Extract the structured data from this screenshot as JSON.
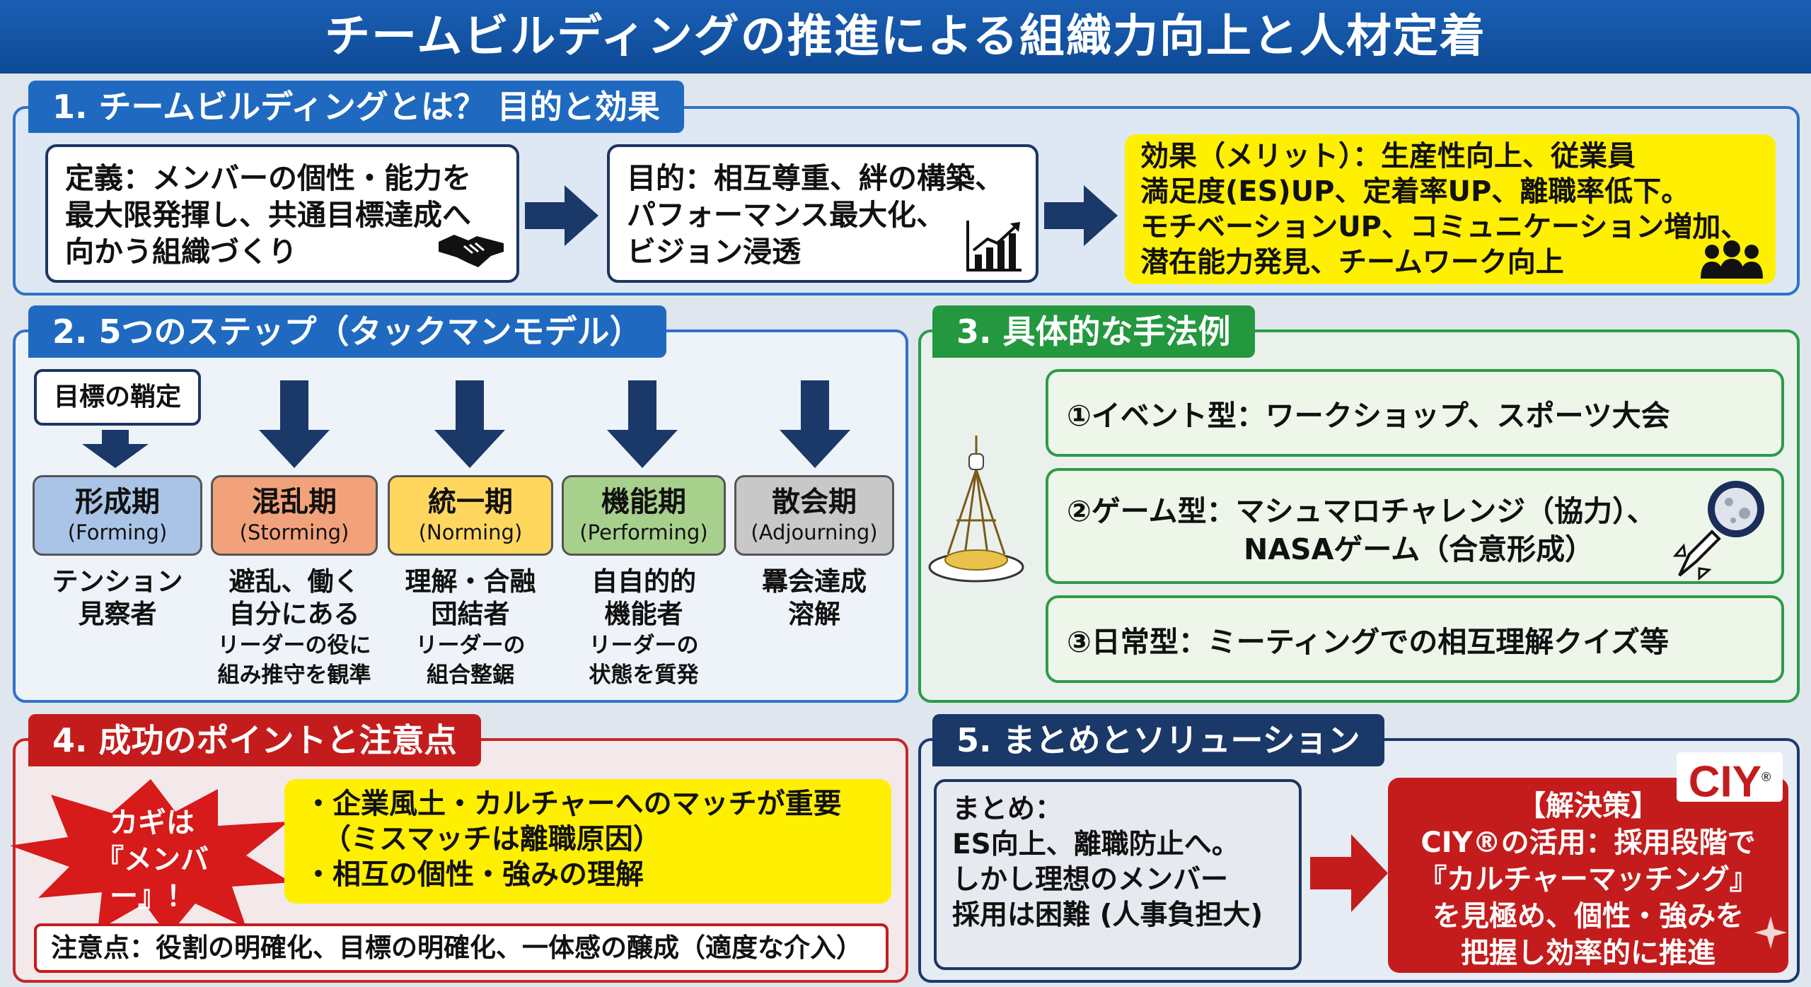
{
  "title": "チームビルディングの推進による組織力向上と人材定着",
  "section1": {
    "heading": "1. チームビルディングとは？ 目的と効果",
    "definition": [
      "定義：メンバーの個性・能力を",
      "最大限発揮し、共通目標達成へ",
      "向かう組織づくり"
    ],
    "purpose": [
      "目的：相互尊重、絆の構築、",
      "パフォーマンス最大化、",
      "ビジョン浸透"
    ],
    "effect": [
      "効果（メリット）：生産性向上、従業員",
      "満足度(ES)UP、定着率UP、離職率低下。",
      "モチベーションUP、コミュニケーション増加、",
      "潜在能力発見、チームワーク向上"
    ]
  },
  "section2": {
    "heading": "2. 5つのステップ（タックマンモデル）",
    "goal_label": "目標の鞘定",
    "stages": [
      {
        "name": "形成期",
        "en": "(Forming)",
        "color": "#a9c4e6",
        "desc": [
          "テンション",
          "見察者"
        ],
        "sub": []
      },
      {
        "name": "混乱期",
        "en": "(Storming)",
        "color": "#f2a27a",
        "desc": [
          "避乱、働く",
          "自分にある"
        ],
        "sub": [
          "リーダーの役に",
          "組み推守を観準"
        ]
      },
      {
        "name": "統一期",
        "en": "(Norming)",
        "color": "#ffd75e",
        "desc": [
          "理解・合融",
          "団結者"
        ],
        "sub": [
          "リーダーの",
          "組合整鋸"
        ]
      },
      {
        "name": "機能期",
        "en": "(Performing)",
        "color": "#a8d08d",
        "desc": [
          "自自的的",
          "機能者"
        ],
        "sub": [
          "リーダーの",
          "状態を質発"
        ]
      },
      {
        "name": "散会期",
        "en": "(Adjourning)",
        "color": "#c8c8c8",
        "desc": [
          "羃会達成",
          "溶解"
        ],
        "sub": []
      }
    ]
  },
  "section3": {
    "heading": "3. 具体的な手法例",
    "items": [
      [
        "①イベント型：ワークショップ、スポーツ大会"
      ],
      [
        "②ゲーム型：マシュマロチャレンジ（協力）、",
        "NASAゲーム（合意形成）"
      ],
      [
        "③日常型：ミーティングでの相互理解クイズ等"
      ]
    ]
  },
  "section4": {
    "heading": "4. 成功のポイントと注意点",
    "burst": [
      "カギは",
      "『メンバー』！"
    ],
    "points": [
      "・企業風土・カルチャーへのマッチが重要",
      "（ミスマッチは離職原因）",
      "・相互の個性・強みの理解"
    ],
    "caution": "注意点：役割の明確化、目標の明確化、一体感の醸成（適度な介入）"
  },
  "section5": {
    "heading": "5. まとめとソリューション",
    "summary": [
      "まとめ：",
      "ES向上、離職防止へ。",
      "しかし理想のメンバー",
      "採用は困難 (人事負担大)"
    ],
    "logo": "CIY",
    "logo_mark": "®",
    "solution": [
      "【解決策】",
      "CIY®の活用：採用段階で",
      "『カルチャーマッチング』",
      "を見極め、個性・強みを",
      "把握し効率的に推進"
    ]
  },
  "colors": {
    "blue": "#1f6ac0",
    "green": "#23983f",
    "red": "#c41c1c",
    "navy": "#1a3868",
    "yellow": "#ffef00"
  }
}
